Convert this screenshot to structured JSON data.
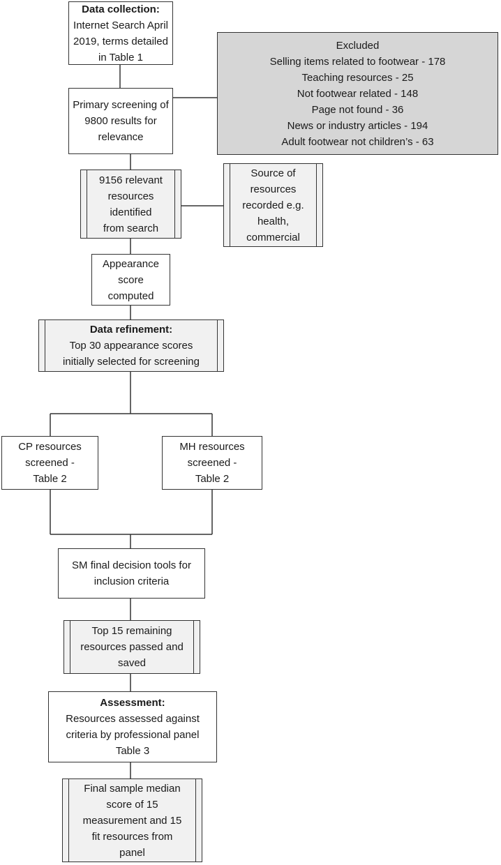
{
  "nodes": {
    "data_collection": {
      "heading": "Data collection:",
      "lines": [
        "Internet Search April",
        "2019, terms detailed",
        "in Table 1"
      ]
    },
    "primary_screening": {
      "lines": [
        "Primary screening of",
        "9800 results for",
        "relevance"
      ]
    },
    "excluded": {
      "lines": [
        "Excluded",
        "Selling items related to footwear - 178",
        "Teaching resources - 25",
        "Not footwear related - 148",
        "Page not found - 36",
        "News or industry articles - 194",
        "Adult footwear not children’s - 63"
      ]
    },
    "relevant_resources": {
      "lines": [
        "9156 relevant",
        "resources",
        "identified",
        "from search"
      ]
    },
    "source_of_resources": {
      "lines": [
        "Source of",
        "resources",
        "recorded e.g.",
        "health,",
        "commercial"
      ]
    },
    "appearance_score": {
      "lines": [
        "Appearance",
        "score",
        "computed"
      ]
    },
    "data_refinement": {
      "heading": "Data refinement:",
      "lines": [
        "Top 30 appearance scores",
        "initially selected for screening"
      ]
    },
    "cp_resources": {
      "lines": [
        "CP resources",
        "screened -",
        "Table 2"
      ]
    },
    "mh_resources": {
      "lines": [
        "MH resources",
        "screened -",
        "Table 2"
      ]
    },
    "sm_final_decision": {
      "lines": [
        "SM final decision tools for",
        "inclusion criteria"
      ]
    },
    "top_15_remaining": {
      "lines": [
        "Top 15 remaining",
        "resources passed and",
        "saved"
      ]
    },
    "assessment": {
      "heading": "Assessment:",
      "lines": [
        "Resources assessed against",
        "criteria by professional panel",
        "Table 3"
      ]
    },
    "final_sample": {
      "lines": [
        "Final sample median",
        "score of 15",
        "measurement and 15",
        "fit resources from",
        "panel"
      ]
    }
  },
  "colors": {
    "stroke": "#333333",
    "excluded_fill": "#d6d6d6",
    "predefined_fill": "#f1f1f1",
    "box_fill": "#ffffff"
  }
}
